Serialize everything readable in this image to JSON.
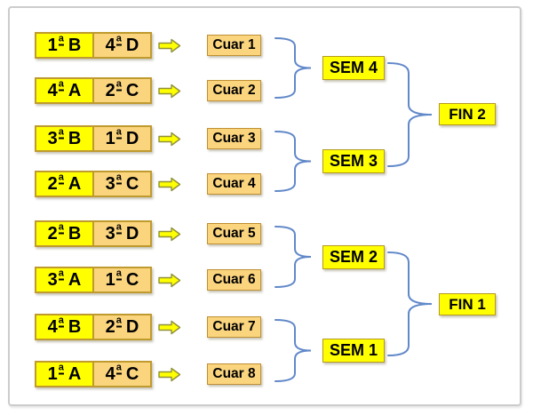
{
  "colors": {
    "seed_home_bg": "#ffff00",
    "seed_away_bg": "#fbd57e",
    "box_border_gold": "#bf9a2e",
    "brace_blue": "#6188c9",
    "arrow_fill": "#ffff00",
    "arrow_outline": "#90903a",
    "frame_gray": "#cccccc",
    "text": "#000000"
  },
  "matches": [
    {
      "home": {
        "n": "1",
        "o": "a",
        "t": "B"
      },
      "away": {
        "n": "4",
        "o": "a",
        "t": "D"
      },
      "label": "Cuar 1"
    },
    {
      "home": {
        "n": "4",
        "o": "a",
        "t": "A"
      },
      "away": {
        "n": "2",
        "o": "a",
        "t": "C"
      },
      "label": "Cuar 2"
    },
    {
      "home": {
        "n": "3",
        "o": "a",
        "t": "B"
      },
      "away": {
        "n": "1",
        "o": "a",
        "t": "D"
      },
      "label": "Cuar 3"
    },
    {
      "home": {
        "n": "2",
        "o": "a",
        "t": "A"
      },
      "away": {
        "n": "3",
        "o": "a",
        "t": "C"
      },
      "label": "Cuar 4"
    },
    {
      "home": {
        "n": "2",
        "o": "a",
        "t": "B"
      },
      "away": {
        "n": "3",
        "o": "a",
        "t": "D"
      },
      "label": "Cuar 5"
    },
    {
      "home": {
        "n": "3",
        "o": "a",
        "t": "A"
      },
      "away": {
        "n": "1",
        "o": "a",
        "t": "C"
      },
      "label": "Cuar 6"
    },
    {
      "home": {
        "n": "4",
        "o": "a",
        "t": "B"
      },
      "away": {
        "n": "2",
        "o": "a",
        "t": "D"
      },
      "label": "Cuar 7"
    },
    {
      "home": {
        "n": "1",
        "o": "a",
        "t": "A"
      },
      "away": {
        "n": "4",
        "o": "a",
        "t": "C"
      },
      "label": "Cuar 8"
    }
  ],
  "semifinals": [
    {
      "label": "SEM 4"
    },
    {
      "label": "SEM 3"
    },
    {
      "label": "SEM 2"
    },
    {
      "label": "SEM 1"
    }
  ],
  "finals": [
    {
      "label": "FIN 2"
    },
    {
      "label": "FIN 1"
    }
  ]
}
